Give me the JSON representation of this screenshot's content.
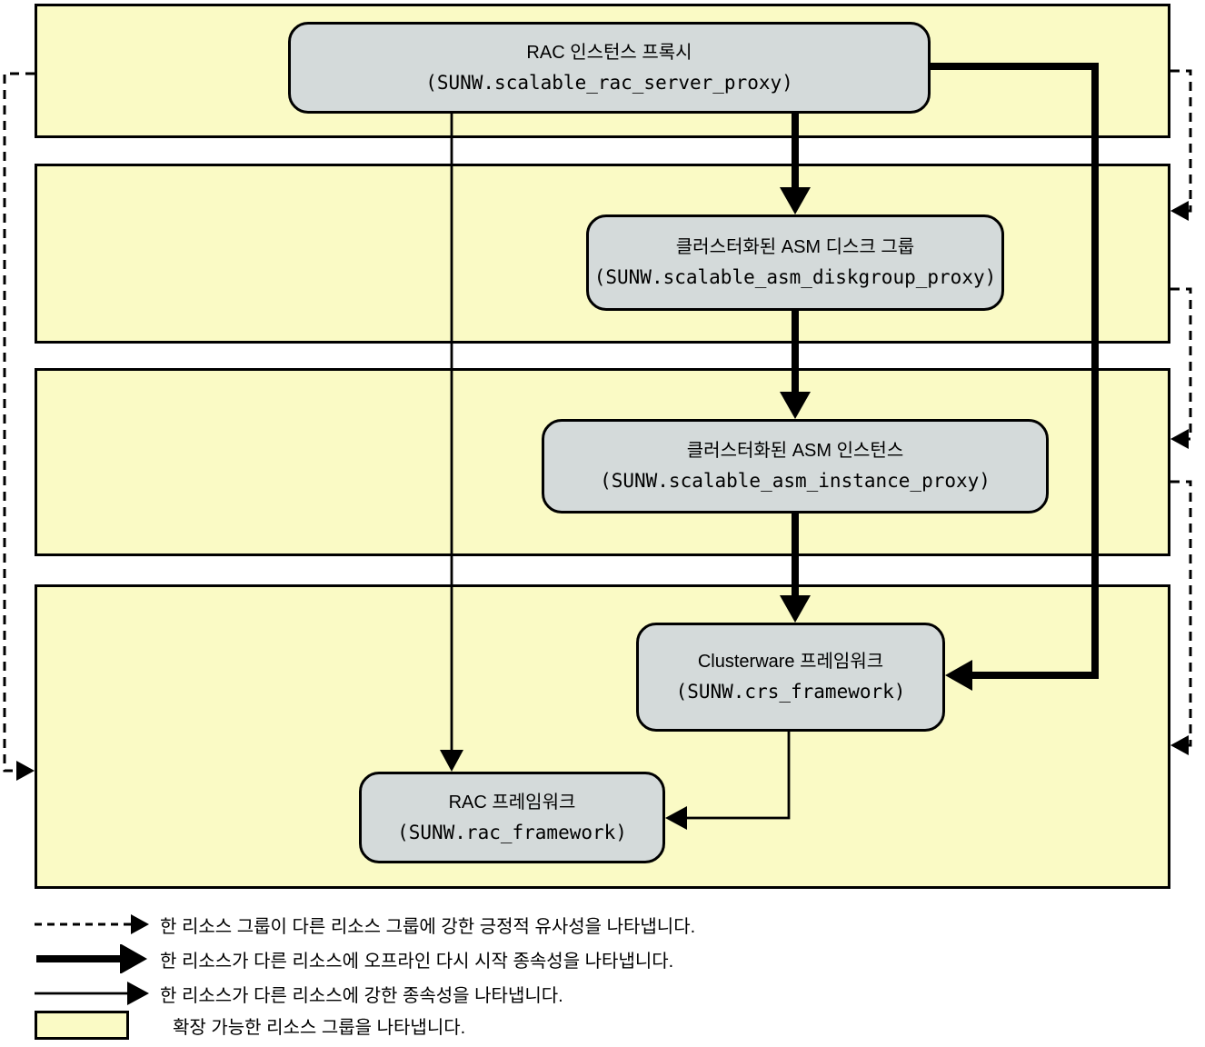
{
  "colors": {
    "group_fill": "#FAFAC5",
    "group_border": "#000000",
    "node_fill": "#D4DADA",
    "node_border": "#000000",
    "arrow_color": "#000000"
  },
  "nodes": [
    {
      "id": "rac-instance-proxy",
      "title": "RAC 인스턴스 프록시",
      "resource": "(SUNW.scalable_rac_server_proxy)"
    },
    {
      "id": "asm-diskgroup",
      "title": "클러스터화된 ASM 디스크 그룹",
      "resource": "(SUNW.scalable_asm_diskgroup_proxy)"
    },
    {
      "id": "asm-instance",
      "title": "클러스터화된 ASM 인스턴스",
      "resource": "(SUNW.scalable_asm_instance_proxy)"
    },
    {
      "id": "crs-framework",
      "title": "Clusterware 프레임워크",
      "resource": "(SUNW.crs_framework)"
    },
    {
      "id": "rac-framework",
      "title": "RAC 프레임워크",
      "resource": "(SUNW.rac_framework)"
    }
  ],
  "edges": [
    {
      "type": "offline-restart",
      "from": "rac-instance-proxy",
      "to": "asm-diskgroup"
    },
    {
      "type": "offline-restart",
      "from": "asm-diskgroup",
      "to": "asm-instance"
    },
    {
      "type": "offline-restart",
      "from": "asm-instance",
      "to": "crs-framework"
    },
    {
      "type": "offline-restart",
      "from": "rac-instance-proxy",
      "to": "crs-framework"
    },
    {
      "type": "strong-dependency",
      "from": "rac-instance-proxy",
      "to": "rac-framework"
    },
    {
      "type": "strong-dependency",
      "from": "crs-framework",
      "to": "rac-framework"
    },
    {
      "type": "strong-positive-affinity",
      "from": "group-1",
      "to": "group-4"
    },
    {
      "type": "strong-positive-affinity",
      "from": "group-1",
      "to": "group-2"
    },
    {
      "type": "strong-positive-affinity",
      "from": "group-2",
      "to": "group-3"
    },
    {
      "type": "strong-positive-affinity",
      "from": "group-3",
      "to": "group-4"
    }
  ],
  "legend": [
    {
      "symbol": "dashed-arrow",
      "label": "한 리소스 그룹이 다른 리소스 그룹에 강한 긍정적 유사성을 나타냅니다."
    },
    {
      "symbol": "thick-arrow",
      "label": "한 리소스가 다른 리소스에 오프라인 다시 시작 종속성을 나타냅니다."
    },
    {
      "symbol": "thin-arrow",
      "label": "한 리소스가 다른 리소스에 강한 종속성을 나타냅니다."
    },
    {
      "symbol": "group-box",
      "label": "확장 가능한 리소스 그룹을 나타냅니다."
    }
  ]
}
